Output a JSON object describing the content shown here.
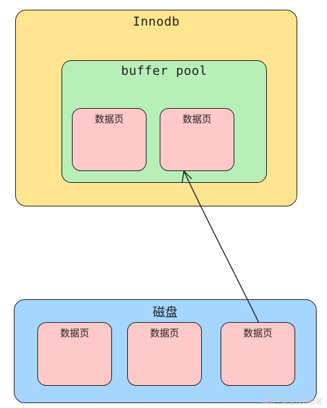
{
  "innodb": {
    "title": "Innodb"
  },
  "buffer_pool": {
    "title": "buffer pool",
    "pages": [
      {
        "label": "数据页"
      },
      {
        "label": "数据页"
      }
    ]
  },
  "disk": {
    "title": "磁盘",
    "pages": [
      {
        "label": "数据页"
      },
      {
        "label": "数据页"
      },
      {
        "label": "数据页"
      }
    ]
  },
  "colors": {
    "innodb_fill": "#ffe58f",
    "buffer_pool_fill": "#b7f0b7",
    "disk_fill": "#a5d6ff",
    "page_fill": "#ffc9c9",
    "stroke": "#1f1f1f"
  },
  "watermark": "@稀土掘金技术社区"
}
